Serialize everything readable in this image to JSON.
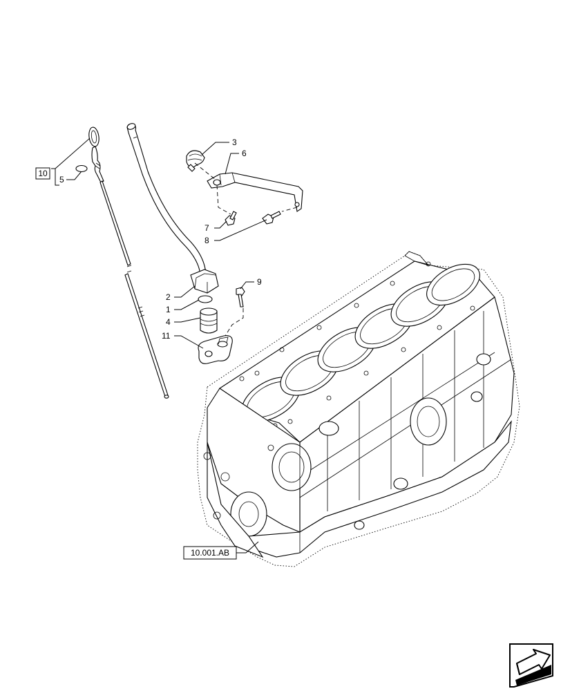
{
  "callouts": {
    "c1": "1",
    "c2": "2",
    "c3": "3",
    "c4": "4",
    "c5": "5",
    "c6": "6",
    "c7": "7",
    "c8": "8",
    "c9": "9",
    "c10": "10",
    "c11": "11"
  },
  "references": {
    "engine_block_ref": "10.001.AB"
  },
  "icons": {
    "navigation": "next-page-arrow-icon"
  }
}
